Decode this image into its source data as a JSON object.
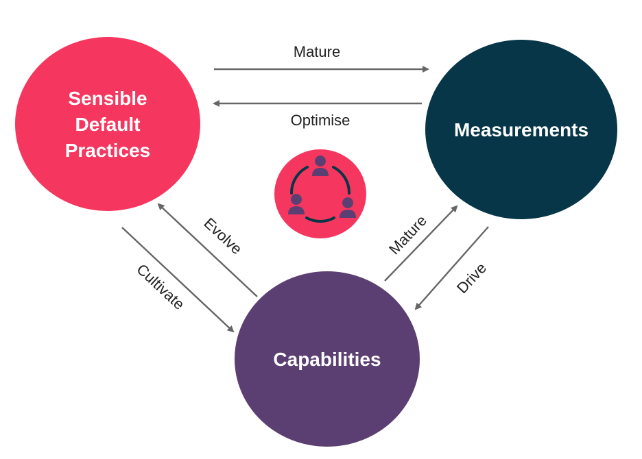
{
  "colors": {
    "sensible": "#F5375F",
    "measurements": "#063647",
    "capabilities": "#5C3F72",
    "center_icon_bg": "#F5375F",
    "center_icon_people": "#5C3F72",
    "center_icon_ring": "#063647",
    "arrow": "#666666"
  },
  "nodes": {
    "sensible": {
      "lines": [
        "Sensible",
        "Default",
        "Practices"
      ]
    },
    "measurements": {
      "lines": [
        "Measurements"
      ]
    },
    "capabilities": {
      "lines": [
        "Capabilities"
      ]
    }
  },
  "center_icon": {
    "icon": "team-cycle-icon"
  },
  "edges": [
    {
      "id": "sensible-to-measurements",
      "label": "Mature",
      "from": "Sensible Default Practices",
      "to": "Measurements"
    },
    {
      "id": "measurements-to-sensible",
      "label": "Optimise",
      "from": "Measurements",
      "to": "Sensible Default Practices"
    },
    {
      "id": "capabilities-to-sensible",
      "label": "Evolve",
      "from": "Capabilities",
      "to": "Sensible Default Practices"
    },
    {
      "id": "sensible-to-capabilities",
      "label": "Cultivate",
      "from": "Sensible Default Practices",
      "to": "Capabilities"
    },
    {
      "id": "capabilities-to-measurements",
      "label": "Mature",
      "from": "Capabilities",
      "to": "Measurements"
    },
    {
      "id": "measurements-to-capabilities",
      "label": "Drive",
      "from": "Measurements",
      "to": "Capabilities"
    }
  ]
}
